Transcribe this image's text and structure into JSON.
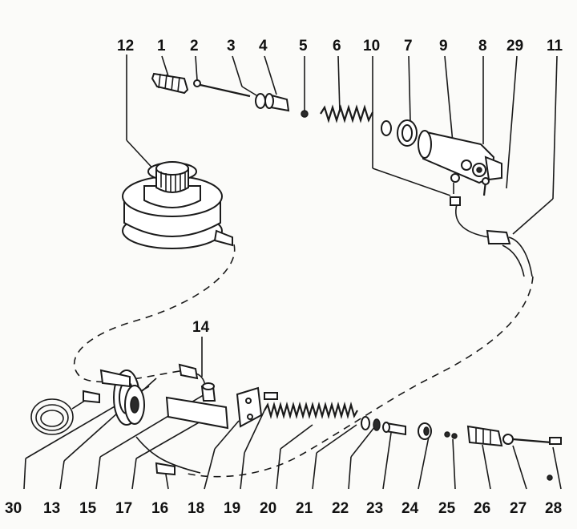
{
  "diagram": {
    "labels": [
      "12",
      "1",
      "2",
      "3",
      "4",
      "5",
      "6",
      "10",
      "7",
      "9",
      "8",
      "29",
      "11",
      "14",
      "30",
      "13",
      "15",
      "17",
      "16",
      "18",
      "19",
      "20",
      "21",
      "22",
      "23",
      "24",
      "25",
      "26",
      "27",
      "28"
    ]
  },
  "colors": {
    "ink": "#1a1a1a",
    "paper": "#fbfbf9"
  }
}
